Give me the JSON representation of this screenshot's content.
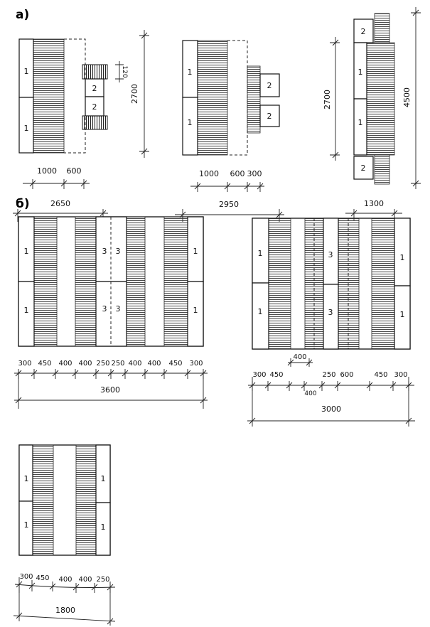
{
  "section_labels": {
    "a": "а)",
    "b": "б)"
  },
  "d1": {
    "cells": [
      "1",
      "1",
      "2",
      "2"
    ],
    "small_dim": "120",
    "height": "2700",
    "dims": [
      "1000",
      "600"
    ],
    "total": "2650"
  },
  "d2": {
    "cells": [
      "1",
      "1",
      "2",
      "2"
    ],
    "dims": [
      "1000",
      "600",
      "300"
    ],
    "total": "2950"
  },
  "d3": {
    "cells": [
      "2",
      "1",
      "1",
      "2"
    ],
    "height_inner": "2700",
    "height_outer": "4500",
    "total": "1300"
  },
  "d4": {
    "cells": [
      "1",
      "1",
      "3",
      "3",
      "3",
      "3",
      "1",
      "1"
    ],
    "dims": [
      "300",
      "450",
      "400",
      "400",
      "250",
      "250",
      "400",
      "400",
      "450",
      "300"
    ],
    "total": "3600"
  },
  "d5": {
    "cells": [
      "1",
      "1",
      "3",
      "3",
      "1",
      "1"
    ],
    "top_dim": "400",
    "dims": [
      "300",
      "450",
      "400",
      "250",
      "600",
      "450",
      "300"
    ],
    "total": "3000"
  },
  "d6": {
    "cells": [
      "1",
      "1",
      "1",
      "1"
    ],
    "dims": [
      "300",
      "450",
      "400",
      "400",
      "250"
    ],
    "total": "1800"
  }
}
